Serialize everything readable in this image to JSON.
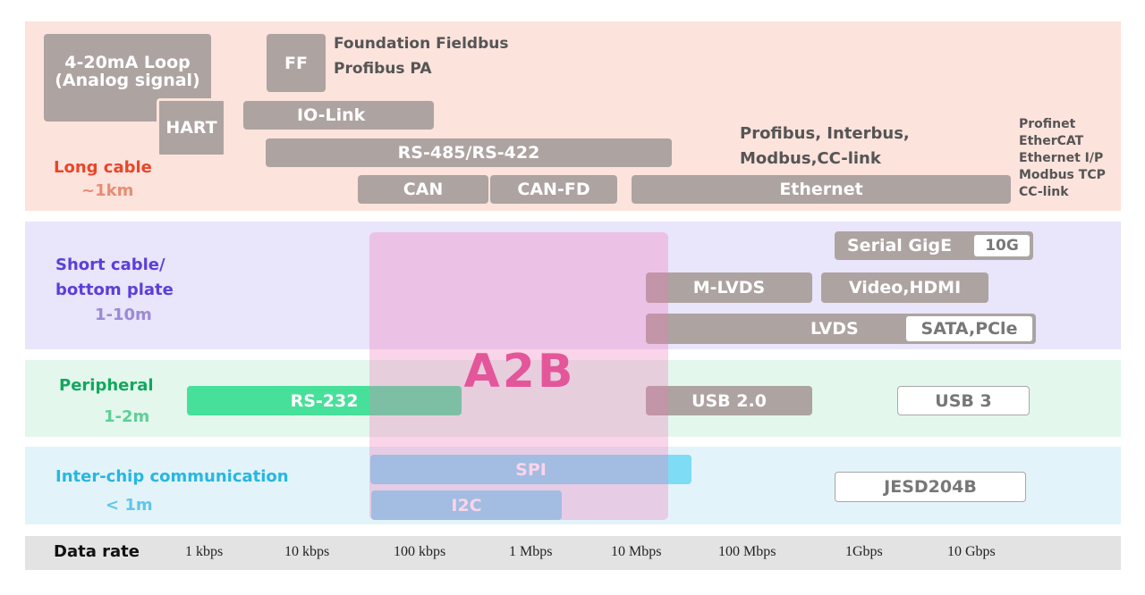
{
  "long": {
    "label": "Long cable",
    "range": "~1km",
    "loop": [
      "4-20mA Loop",
      "(Analog signal)"
    ],
    "hart": "HART",
    "ff": "FF",
    "ff_names": [
      "Foundation Fieldbus",
      "Profibus PA"
    ],
    "iolink": "IO-Link",
    "rs485": "RS-485/RS-422",
    "can": "CAN",
    "canfd": "CAN-FD",
    "ethernet": "Ethernet",
    "fieldbus_names": [
      "Profibus, Interbus,",
      "Modbus,CC-link"
    ],
    "ethernet_names": [
      "Profinet",
      "EtherCAT",
      "Ethernet I/P",
      "Modbus TCP",
      "CC-link"
    ]
  },
  "short": {
    "label": [
      "Short cable/",
      "bottom plate"
    ],
    "range": "1-10m",
    "serial_gige": "Serial GigE",
    "ten_g": "10G",
    "mlvds": "M-LVDS",
    "video": "Video,HDMI",
    "lvds": "LVDS",
    "sata": "SATA,PCle"
  },
  "peripheral": {
    "label": "Peripheral",
    "range": "1-2m",
    "rs232": "RS-232",
    "usb2": "USB 2.0",
    "usb3": "USB 3"
  },
  "chip": {
    "label": "Inter-chip communication",
    "range": "< 1m",
    "spi": "SPI",
    "i2c": "I2C",
    "jesd": "JESD204B"
  },
  "a2b": "A2B",
  "rate_axis": {
    "title": "Data rate",
    "ticks": [
      "1 kbps",
      "10 kbps",
      "100 kbps",
      "1 Mbps",
      "10 Mbps",
      "100 Mbps",
      "1Gbps",
      "10 Gbps"
    ]
  },
  "colors": {
    "long_bg": "#fce3dc",
    "short_bg": "#e9e5fa",
    "peripheral_bg": "#e3f7ed",
    "chip_bg": "#e3f3fa",
    "long_label": "#e8462a",
    "long_range": "#e88c73",
    "short_label": "#5b3fd9",
    "short_range": "#9b8ad6",
    "peripheral_label": "#12a85c",
    "peripheral_range": "#5fcf96",
    "chip_label": "#26b7e2",
    "chip_range": "#62c6e6",
    "a2b": "#e4569a",
    "pill_gray": "#ada3a0"
  }
}
